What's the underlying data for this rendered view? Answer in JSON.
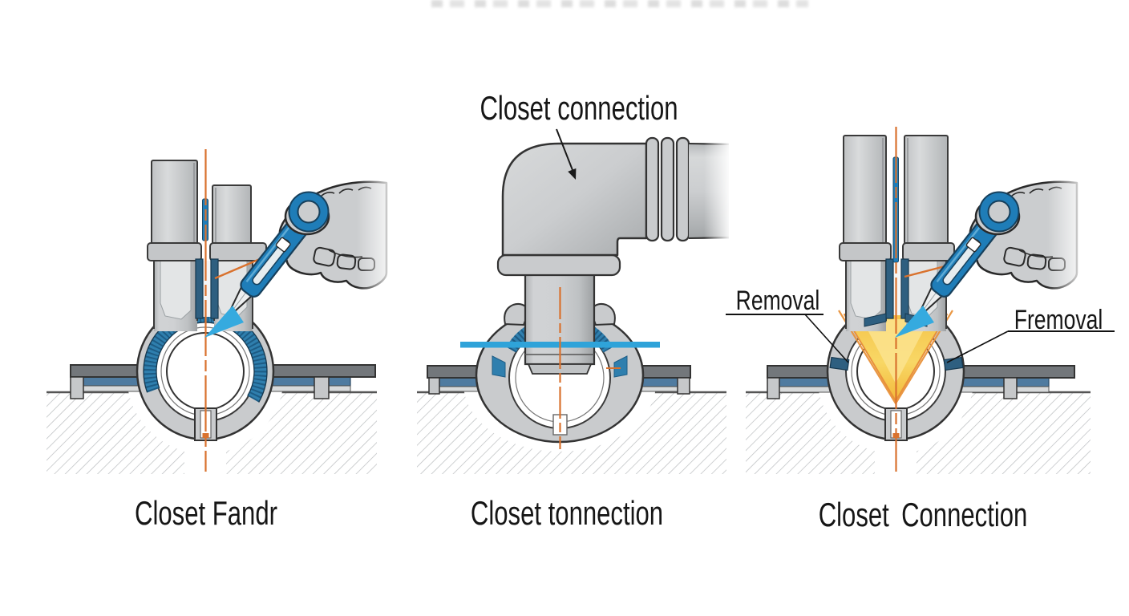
{
  "panels": [
    {
      "caption": "Closet Fandr"
    },
    {
      "caption": "Closet tonnection",
      "callout": "Closet connection"
    },
    {
      "caption": "Closet Connection",
      "label_left": "Removal",
      "label_right": "Fremoval"
    }
  ],
  "colors": {
    "tool_blue": "#1f7db8",
    "arrow_blue": "#35aadf",
    "gasket_blue": "#2f7fae",
    "gasket_hatch_blue": "#1d5c85",
    "liner_dark_blue": "#2e5f80",
    "level_line_blue": "#2fa3d9",
    "centerline_orange": "#d9722e",
    "funnel_yellow": "#f6c94b",
    "funnel_edge_orange": "#e8913a",
    "pipe_gray": "#c9cbcd",
    "flange_dark_gray": "#73777b",
    "channel_steel_blue": "#4f7ba0",
    "hand_gray": "#cbcdcf",
    "text_black": "#1a1a1a"
  }
}
